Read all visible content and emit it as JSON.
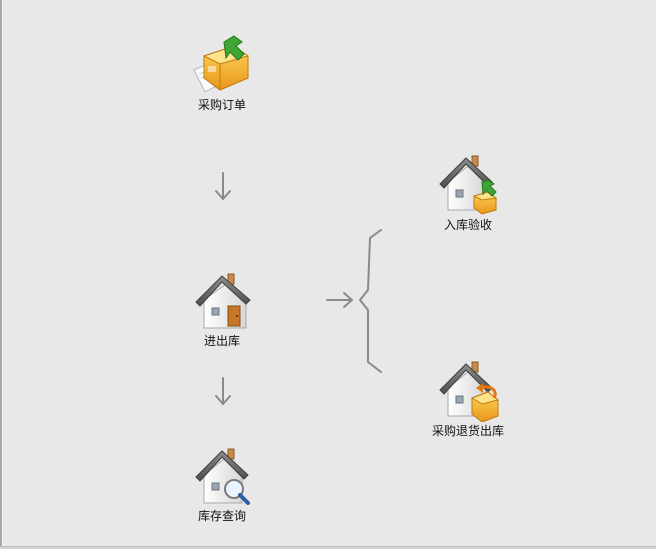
{
  "nodes": {
    "order": {
      "label": "采购订单",
      "icon": "purchase-order-icon"
    },
    "inout": {
      "label": "进出库",
      "icon": "warehouse-house-icon"
    },
    "query": {
      "label": "库存查询",
      "icon": "inventory-search-icon"
    },
    "receive": {
      "label": "入库验收",
      "icon": "stock-in-inspection-icon"
    },
    "return": {
      "label": "采购退货出库",
      "icon": "purchase-return-icon"
    }
  },
  "colors": {
    "background": "#e8e8e8",
    "arrow": "#8a8a8a",
    "box_orange": "#f2b230",
    "check_green": "#3fa535",
    "roof_gray": "#6b6b6b",
    "wall_white": "#f4f4f4"
  }
}
